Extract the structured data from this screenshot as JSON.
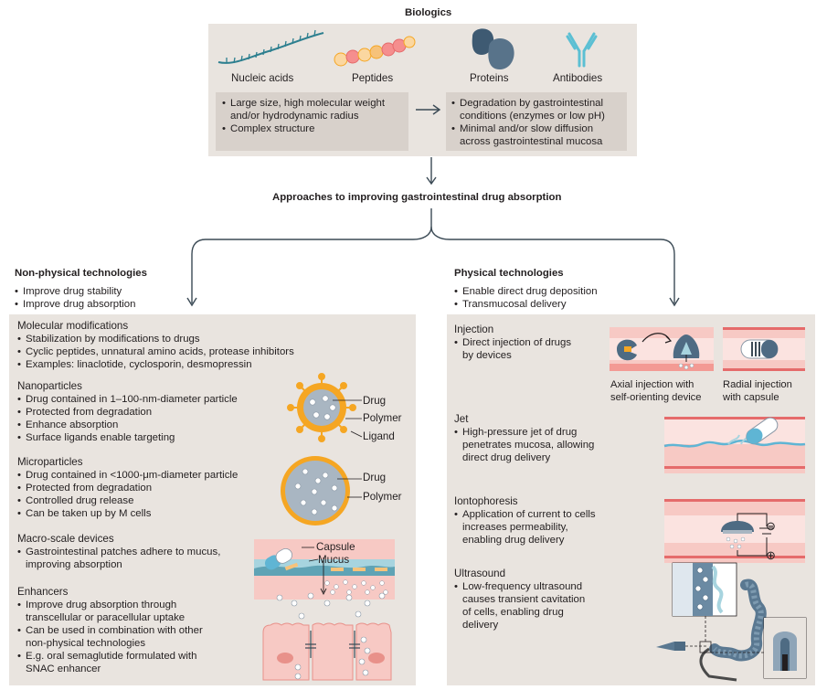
{
  "top": {
    "title": "Biologics",
    "molecules": [
      "Nucleic acids",
      "Peptides",
      "Proteins",
      "Antibodies"
    ],
    "properties": [
      "Large size, high molecular weight and/or hydrodynamic radius",
      "Complex structure"
    ],
    "properties_lines": [
      "Large size, high molecular weight",
      "and/or hydrodynamic radius",
      "Complex structure"
    ],
    "barriers_lines": [
      "Degradation by gastrointestinal",
      "conditions (enzymes or low pH)",
      "Minimal and/or slow diffusion",
      "across gastrointestinal mucosa"
    ]
  },
  "approaches_title": "Approaches to improving gastrointestinal drug absorption",
  "non_physical": {
    "title": "Non-physical technologies",
    "goals": [
      "Improve drug stability",
      "Improve drug absorption"
    ],
    "sections": [
      {
        "title": "Molecular modifications",
        "items": [
          "Stabilization by modifications to drugs",
          "Cyclic peptides, unnatural amino acids, protease inhibitors",
          "Examples: linaclotide, cyclosporin, desmopressin"
        ]
      },
      {
        "title": "Nanoparticles",
        "items": [
          "Drug contained in 1–100-nm-diameter particle",
          "Protected from degradation",
          "Enhance absorption",
          "Surface ligands enable targeting"
        ]
      },
      {
        "title": "Microparticles",
        "items": [
          "Drug contained in <1000-μm-diameter particle",
          "Protected from degradation",
          "Controlled drug release",
          "Can be taken up by M cells"
        ]
      },
      {
        "title": "Macro-scale devices",
        "items_lines": [
          "Gastrointestinal patches adhere to mucus,",
          "improving absorption"
        ]
      },
      {
        "title": "Enhancers",
        "items_lines": [
          "Improve drug absorption through",
          "transcellular or paracellular uptake",
          "Can be used in combination with other",
          "non-physical technologies",
          "E.g. oral semaglutide formulated with",
          "SNAC enhancer"
        ]
      }
    ],
    "labels": {
      "drug": "Drug",
      "polymer": "Polymer",
      "ligand": "Ligand",
      "capsule": "Capsule",
      "mucus": "Mucus"
    }
  },
  "physical": {
    "title": "Physical technologies",
    "goals": [
      "Enable direct drug deposition",
      "Transmucosal delivery"
    ],
    "sections": [
      {
        "title": "Injection",
        "items_lines": [
          "Direct injection of drugs",
          "by devices"
        ]
      },
      {
        "title": "Jet",
        "items_lines": [
          "High-pressure jet of drug",
          "penetrates mucosa, allowing",
          "direct drug delivery"
        ]
      },
      {
        "title": "Iontophoresis",
        "items_lines": [
          "Application of current to cells",
          "increases permeability,",
          "enabling drug delivery"
        ]
      },
      {
        "title": "Ultrasound",
        "items_lines": [
          "Low-frequency ultrasound",
          "causes transient cavitation",
          "of cells, enabling drug",
          "delivery"
        ]
      }
    ],
    "captions": {
      "axial": [
        "Axial injection with",
        "self-orienting device"
      ],
      "radial": [
        "Radial injection",
        "with capsule"
      ]
    },
    "signs": {
      "minus": "⊖",
      "plus": "⊕"
    }
  },
  "colors": {
    "panel": "#e9e4df",
    "box": "#d8d1cb",
    "teal": "#2d7f8f",
    "slate": "#4e6b83",
    "orange": "#f5a623",
    "pink": "#f7c9c4",
    "arrow": "#3b4a55"
  }
}
